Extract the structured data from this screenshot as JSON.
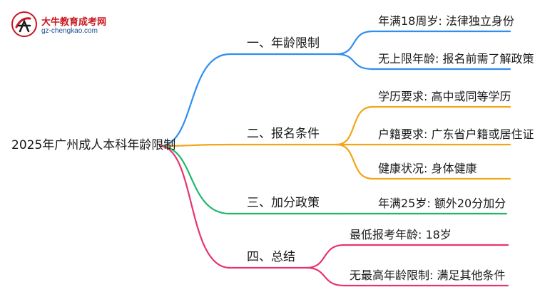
{
  "logo": {
    "title": "大牛教育成考网",
    "url": "gz-chengkao.com"
  },
  "root": {
    "label": "2025年广州成人本科年龄限制"
  },
  "branches": [
    {
      "label": "一、年龄限制",
      "color": "#2f8fef",
      "leaves": [
        "年满18周岁: 法律独立身份",
        "无上限年龄: 报名前需了解政策"
      ]
    },
    {
      "label": "二、报名条件",
      "color": "#f2a516",
      "leaves": [
        "学历要求: 高中或同等学历",
        "户籍要求: 广东省户籍或居住证",
        "健康状况: 身体健康"
      ]
    },
    {
      "label": "三、加分政策",
      "color": "#1fb86b",
      "leaves": [
        "年满25岁: 额外20分加分"
      ]
    },
    {
      "label": "四、总结",
      "color": "#e8336f",
      "leaves": [
        "最低报考年龄: 18岁",
        "无最高年龄限制: 满足其他条件"
      ]
    }
  ]
}
